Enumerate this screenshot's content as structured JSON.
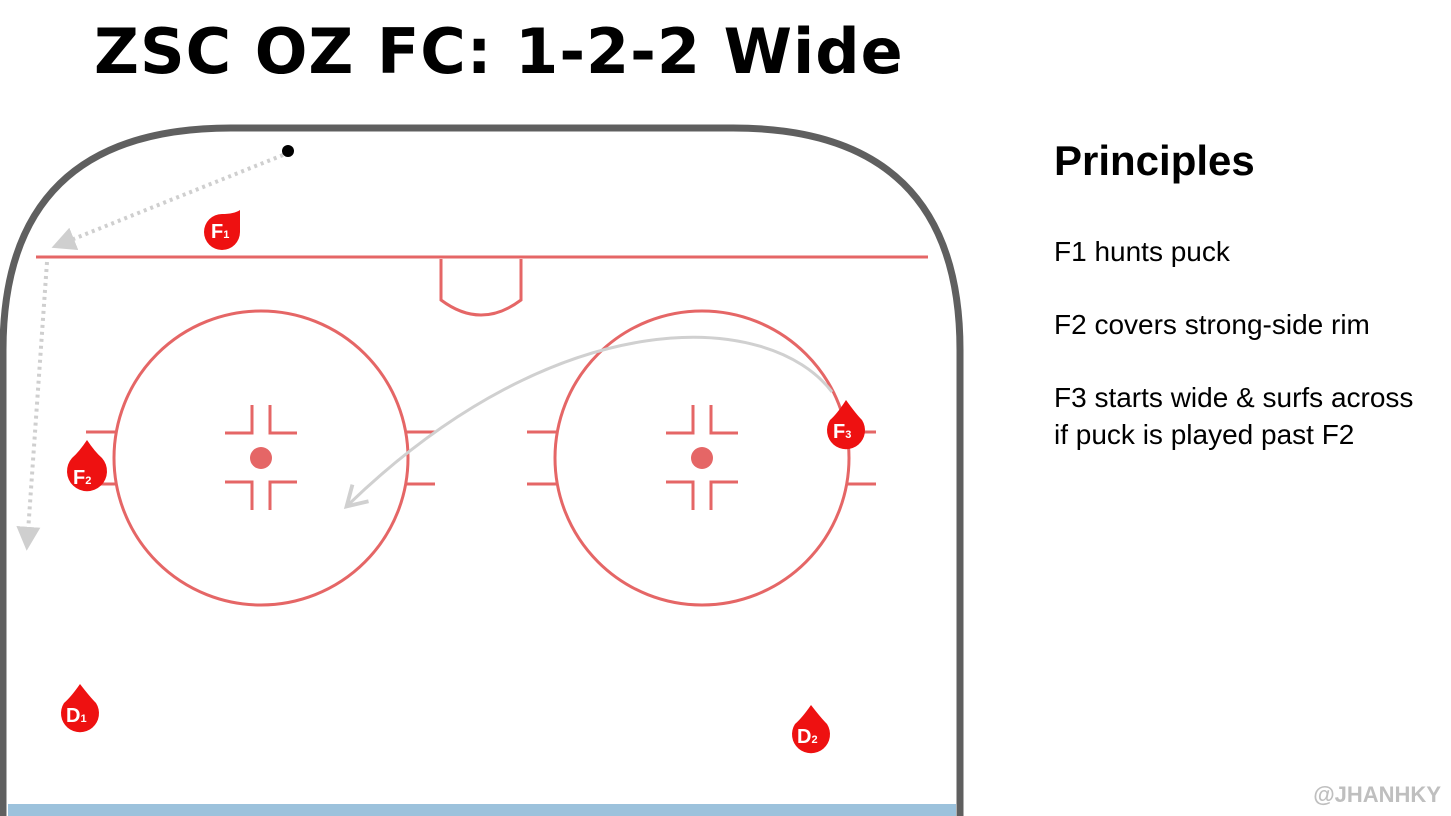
{
  "title": "ZSC OZ FC: 1-2-2 Wide",
  "principles": {
    "heading": "Principles",
    "items": [
      {
        "lines": [
          "F1 hunts puck"
        ]
      },
      {
        "lines": [
          "F2 covers strong-side rim"
        ]
      },
      {
        "lines": [
          "F3 starts wide & surfs across",
          "if puck is played past F2"
        ]
      }
    ]
  },
  "watermark": "@JHANHKY",
  "players": [
    {
      "id": "f1",
      "letter": "F",
      "number": "1"
    },
    {
      "id": "f2",
      "letter": "F",
      "number": "2"
    },
    {
      "id": "f3",
      "letter": "F",
      "number": "3"
    },
    {
      "id": "d1",
      "letter": "D",
      "number": "1"
    },
    {
      "id": "d2",
      "letter": "D",
      "number": "2"
    }
  ],
  "colors": {
    "board": "#5f5f5f",
    "rink_lines": "#e56666",
    "player_marker": "#ee1111",
    "puck": "#000000",
    "movement_path": "#cfcfcf",
    "skate_path": "#d3d3d3",
    "blue_line": "#9cc2dc",
    "watermark": "#bfbfbf"
  }
}
